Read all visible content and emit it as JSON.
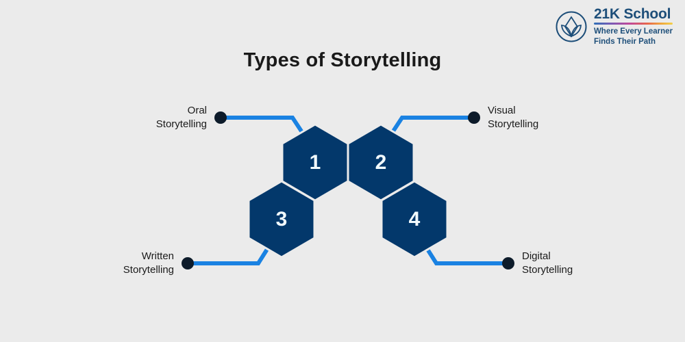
{
  "background_color": "#ebebeb",
  "palette": {
    "hex_fill": "#03386b",
    "hex_stroke": "#ebebeb",
    "connector_blue": "#1a82e2",
    "dot_navy": "#0d1b2a",
    "number_text": "#f2fbff",
    "title_text": "#1a1a1a",
    "brand_navy": "#1d4e79"
  },
  "brand": {
    "logo_icon": "lotus-circle-icon",
    "name": "21K School",
    "tagline_line1": "Where Every Learner",
    "tagline_line2": "Finds Their Path"
  },
  "title": "Types of Storytelling",
  "diagram": {
    "type": "honeycomb-callout",
    "nodes": [
      {
        "number": "1",
        "label_line1": "Oral",
        "label_line2": "Storytelling",
        "position": "top-left",
        "label_side": "left"
      },
      {
        "number": "2",
        "label_line1": "Visual",
        "label_line2": "Storytelling",
        "position": "top-right",
        "label_side": "right"
      },
      {
        "number": "3",
        "label_line1": "Written",
        "label_line2": "Storytelling",
        "position": "bottom-left",
        "label_side": "left"
      },
      {
        "number": "4",
        "label_line1": "Digital",
        "label_line2": "Storytelling",
        "position": "bottom-right",
        "label_side": "right"
      }
    ]
  }
}
